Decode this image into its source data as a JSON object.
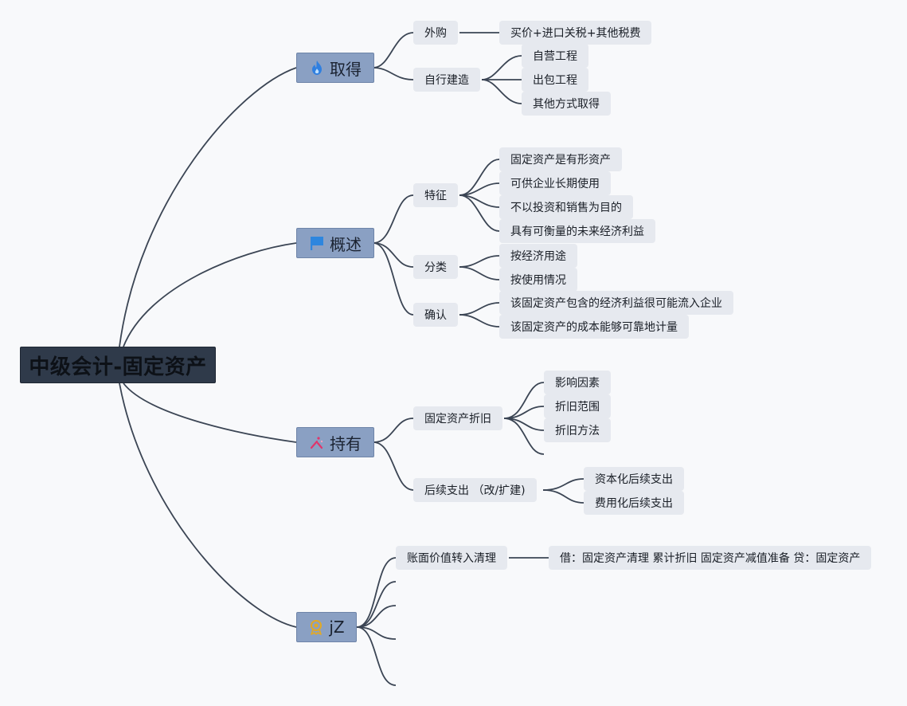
{
  "root": {
    "label": "中级会计-固定资产"
  },
  "branches": {
    "acquire": {
      "label": "取得",
      "icon": "fire-icon",
      "children": {
        "purchase": {
          "label": "外购",
          "detail": "买价+进口关税+其他税费"
        },
        "selfbuild": {
          "label": "自行建造",
          "items": [
            "自营工程",
            "出包工程",
            "其他方式取得"
          ]
        }
      }
    },
    "overview": {
      "label": "概述",
      "icon": "flag-icon",
      "children": {
        "features": {
          "label": "特征",
          "items": [
            "固定资产是有形资产",
            "可供企业长期使用",
            "不以投资和销售为目的",
            "具有可衡量的未来经济利益"
          ]
        },
        "category": {
          "label": "分类",
          "items": [
            "按经济用途",
            "按使用情况"
          ]
        },
        "confirm": {
          "label": "确认",
          "items": [
            "该固定资产包含的经济利益很可能流入企业",
            "该固定资产的成本能够可靠地计量"
          ]
        }
      }
    },
    "hold": {
      "label": "持有",
      "icon": "sparkle-icon",
      "children": {
        "depreciation": {
          "label": "固定资产折旧",
          "items": [
            "影响因素",
            "折旧范围",
            "折旧方法"
          ]
        },
        "followup": {
          "label": "后续支出 （改/扩建)",
          "items": [
            "资本化后续支出",
            "费用化后续支出"
          ]
        }
      }
    },
    "disposal": {
      "label": "jZ",
      "icon": "medal-icon",
      "children": {
        "transfer": {
          "label": "账面价值转入清理",
          "detail": "借：固定资产清理 累计折旧 固定资产减值准备 贷：固定资产"
        }
      }
    }
  },
  "colors": {
    "root_bg": "#2f3a4a",
    "main_bg": "#8aa0c3",
    "node_bg": "#e6e9ef",
    "link": "#3b4554",
    "fire": "#2f7fe0",
    "flag": "#2e86de",
    "sparkle": "#e0356b",
    "medal": "#e2a925"
  }
}
